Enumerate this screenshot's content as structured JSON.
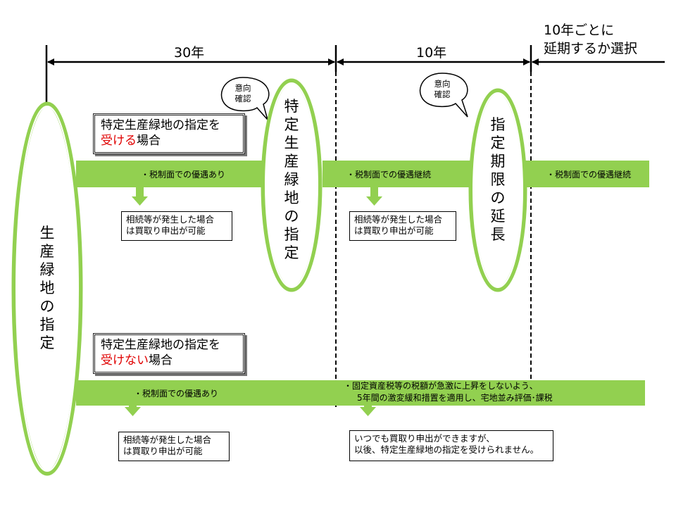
{
  "periods": {
    "first": "30年",
    "second": "10年",
    "third_line1": "10年ごとに",
    "third_line2": "延期するか選択"
  },
  "ovals": {
    "start": "生産緑地の指定",
    "designation": "特定生産緑地の指定",
    "extension": "指定期限の延長"
  },
  "bubbles": {
    "confirm1": [
      "意向",
      "確認"
    ],
    "confirm2": [
      "意向",
      "確認"
    ]
  },
  "case_receive": {
    "prefix": "特定生産緑地の指定を",
    "highlight": "受ける",
    "suffix": "場合"
  },
  "case_not_receive": {
    "prefix": "特定生産緑地の指定を",
    "highlight": "受けない",
    "suffix": "場合"
  },
  "band_top": {
    "seg1": "・税制面での優遇あり",
    "seg2": "・税制面での優遇継続",
    "seg3": "・税制面での優遇継続"
  },
  "band_bottom": {
    "seg1": "・税制面での優遇あり",
    "seg2_line1": "・固定資産税等の税額が急激に上昇をしないよう、",
    "seg2_line2": "5年間の激変緩和措置を適用し、宅地並み評価･課税"
  },
  "notes": {
    "top1": [
      "相続等が発生した場合",
      "は買取り申出が可能"
    ],
    "top2": [
      "相続等が発生した場合",
      "は買取り申出が可能"
    ],
    "bottom1": [
      "相続等が発生した場合",
      "は買取り申出が可能"
    ],
    "bottom2": [
      "いつでも買取り申出ができますが、",
      "以後、特定生産緑地の指定を受けられません。"
    ]
  },
  "colors": {
    "band": "#92d050",
    "oval_stroke": "#92d050",
    "highlight": "#e00000"
  }
}
